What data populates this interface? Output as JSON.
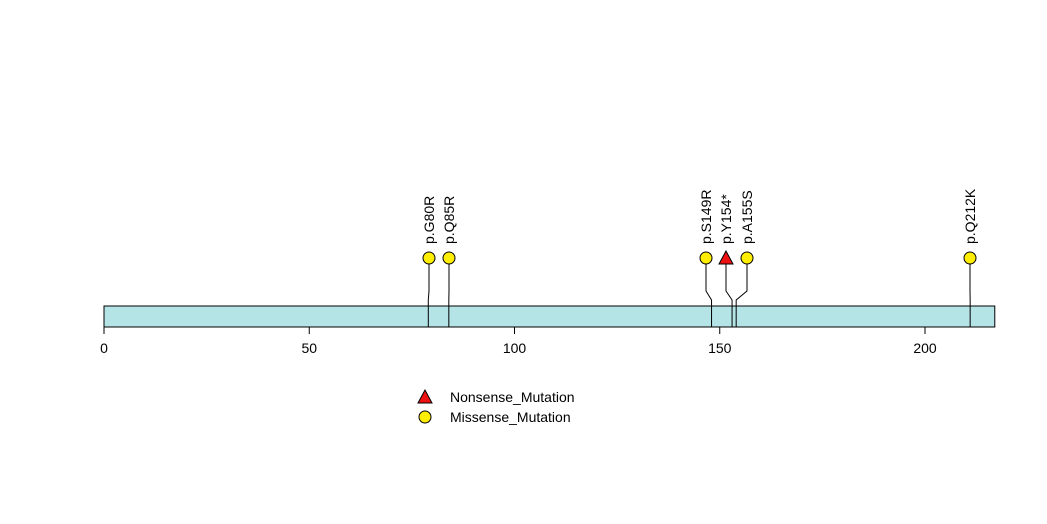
{
  "chart_data": {
    "type": "lollipop",
    "protein_length": 217,
    "xlim": [
      0,
      217
    ],
    "x_ticks": [
      0,
      50,
      100,
      150,
      200
    ],
    "x_tick_labels": [
      "0",
      "50",
      "100",
      "150",
      "200"
    ],
    "mutations": [
      {
        "label": "p.G80R",
        "position": 80,
        "type": "Missense_Mutation"
      },
      {
        "label": "p.Q85R",
        "position": 85,
        "type": "Missense_Mutation"
      },
      {
        "label": "p.S149R",
        "position": 149,
        "type": "Missense_Mutation"
      },
      {
        "label": "p.Y154*",
        "position": 154,
        "type": "Nonsense_Mutation"
      },
      {
        "label": "p.A155S",
        "position": 155,
        "type": "Missense_Mutation"
      },
      {
        "label": "p.Q212K",
        "position": 212,
        "type": "Missense_Mutation"
      }
    ],
    "legend": [
      {
        "label": "Nonsense_Mutation",
        "shape": "triangle",
        "color": "#ee1111"
      },
      {
        "label": "Missense_Mutation",
        "shape": "circle",
        "color": "#ffee00"
      }
    ],
    "legend_position": "bottom-center",
    "bar_color": "#b4e4e6"
  }
}
